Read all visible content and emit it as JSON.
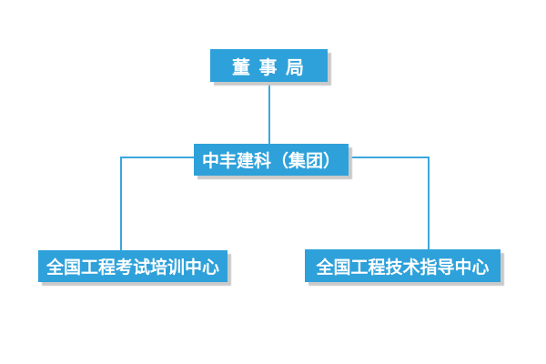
{
  "diagram": {
    "type": "org-chart",
    "nodes": {
      "board": {
        "label": "董 事 局"
      },
      "group": {
        "label": "中丰建科（集团）"
      },
      "training_center": {
        "label": "全国工程考试培训中心"
      },
      "guidance_center": {
        "label": "全国工程技术指导中心"
      }
    },
    "edges": [
      {
        "from": "board",
        "to": "group"
      },
      {
        "from": "group",
        "to": "training_center"
      },
      {
        "from": "group",
        "to": "guidance_center"
      }
    ],
    "colors": {
      "node_fill": "#2EA1DA",
      "node_text": "#FFFFFF",
      "connector": "#3BA7DD",
      "shadow": "#C9C9C9",
      "background": "#FFFFFF"
    }
  }
}
